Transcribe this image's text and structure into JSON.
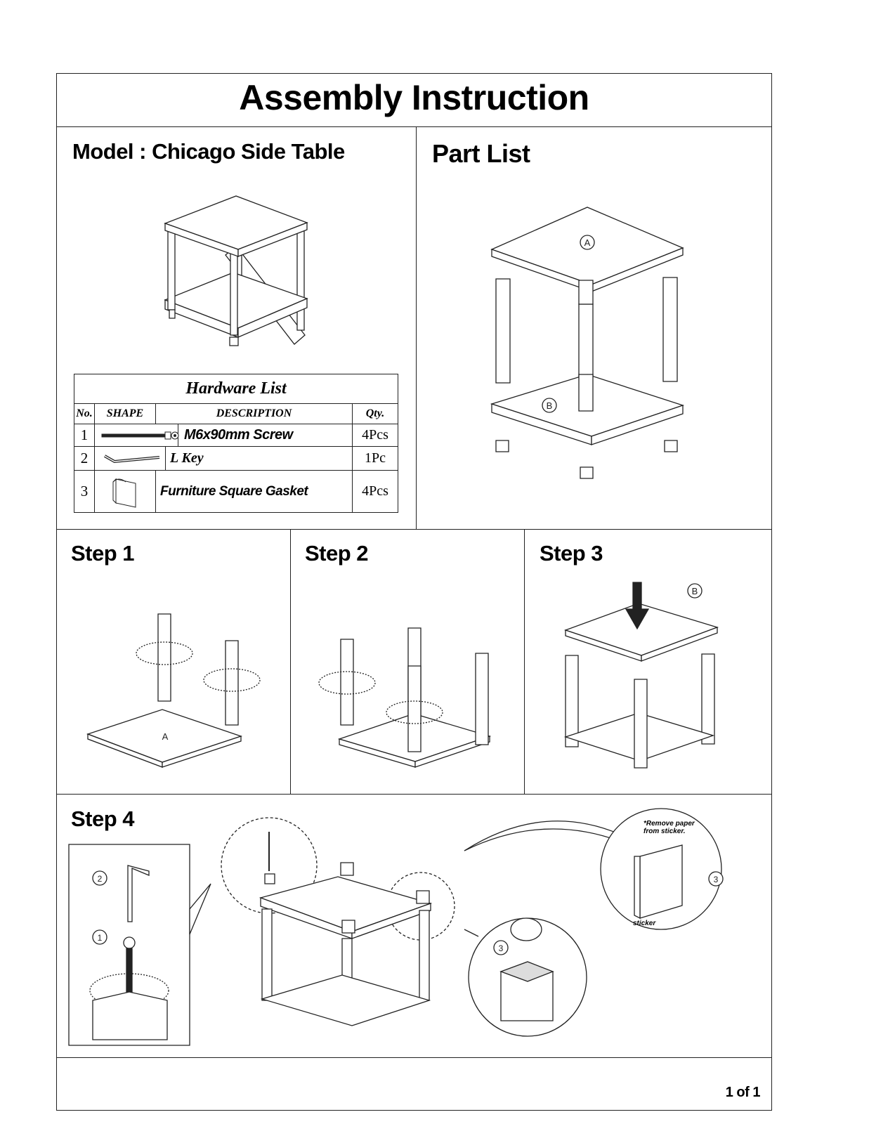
{
  "header": {
    "title": "Assembly Instruction"
  },
  "model_heading": "Model : Chicago Side Table",
  "part_list_heading": "Part List",
  "part_labels": {
    "a": "A",
    "b": "B"
  },
  "hardware": {
    "title": "Hardware List",
    "columns": {
      "no": "No.",
      "shape": "SHAPE",
      "description": "DESCRIPTION",
      "qty": "Qty."
    },
    "rows": [
      {
        "no": "1",
        "shape_icon": "screw-icon",
        "description": "M6x90mm Screw",
        "qty": "4Pcs"
      },
      {
        "no": "2",
        "shape_icon": "l-key-icon",
        "description": "L Key",
        "qty": "1Pc"
      },
      {
        "no": "3",
        "shape_icon": "gasket-icon",
        "description": "Furniture Square Gasket",
        "qty": "4Pcs"
      }
    ]
  },
  "steps": {
    "s1": "Step 1",
    "s2": "Step 2",
    "s3": "Step 3",
    "s4": "Step 4"
  },
  "step4": {
    "callout_1": "1",
    "callout_2": "2",
    "callout_3": "3",
    "note_line1": "*Remove paper",
    "note_line2": "from sticker.",
    "sticker_label": "sticker"
  },
  "footer": {
    "page": "1 of 1"
  }
}
